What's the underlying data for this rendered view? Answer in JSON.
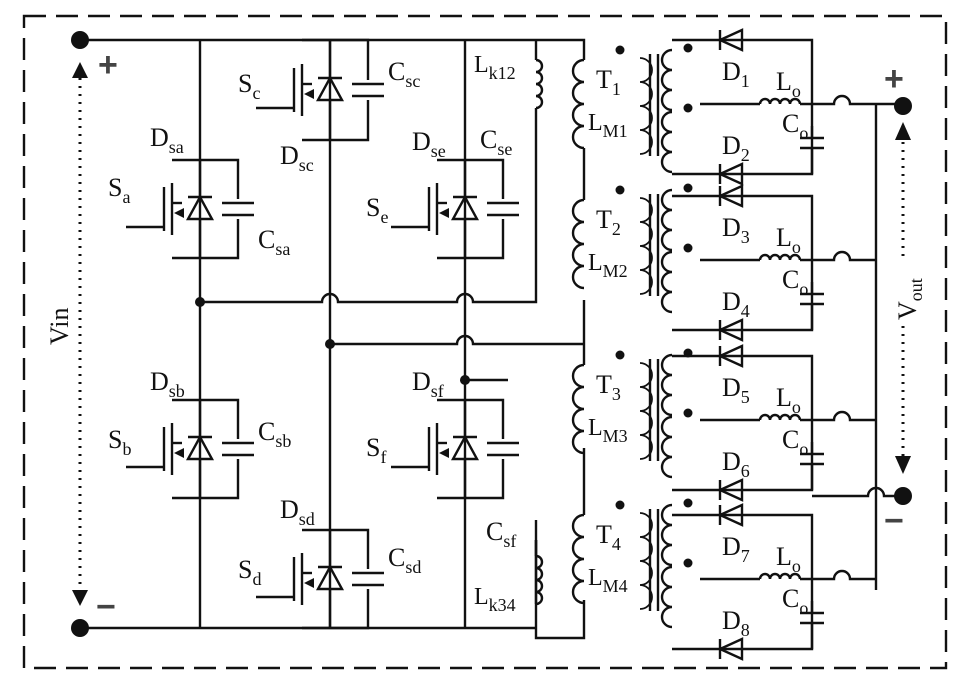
{
  "input": {
    "plus": "+",
    "minus": "−",
    "vin": "Vin"
  },
  "output": {
    "plus": "+",
    "minus": "−",
    "v_main": "V",
    "v_sub": "out"
  },
  "switches": [
    {
      "id": "sa",
      "s_main": "S",
      "s_sub": "a",
      "d_main": "D",
      "d_sub": "sa",
      "c_main": "C",
      "c_sub": "sa"
    },
    {
      "id": "sb",
      "s_main": "S",
      "s_sub": "b",
      "d_main": "D",
      "d_sub": "sb",
      "c_main": "C",
      "c_sub": "sb"
    },
    {
      "id": "sc",
      "s_main": "S",
      "s_sub": "c",
      "d_main": "D",
      "d_sub": "sc",
      "c_main": "C",
      "c_sub": "sc"
    },
    {
      "id": "sd",
      "s_main": "S",
      "s_sub": "d",
      "d_main": "D",
      "d_sub": "sd",
      "c_main": "C",
      "c_sub": "sd"
    },
    {
      "id": "se",
      "s_main": "S",
      "s_sub": "e",
      "d_main": "D",
      "d_sub": "se",
      "c_main": "C",
      "c_sub": "se"
    },
    {
      "id": "sf",
      "s_main": "S",
      "s_sub": "f",
      "d_main": "D",
      "d_sub": "sf",
      "c_main": "C",
      "c_sub": "sf"
    }
  ],
  "leakage": [
    {
      "main": "L",
      "sub": "k12"
    },
    {
      "main": "L",
      "sub": "k34"
    }
  ],
  "transformers": [
    {
      "t_main": "T",
      "t_sub": "1",
      "m_main": "L",
      "m_sub": "M1"
    },
    {
      "t_main": "T",
      "t_sub": "2",
      "m_main": "L",
      "m_sub": "M2"
    },
    {
      "t_main": "T",
      "t_sub": "3",
      "m_main": "L",
      "m_sub": "M3"
    },
    {
      "t_main": "T",
      "t_sub": "4",
      "m_main": "L",
      "m_sub": "M4"
    }
  ],
  "diodes": [
    {
      "main": "D",
      "sub": "1"
    },
    {
      "main": "D",
      "sub": "2"
    },
    {
      "main": "D",
      "sub": "3"
    },
    {
      "main": "D",
      "sub": "4"
    },
    {
      "main": "D",
      "sub": "5"
    },
    {
      "main": "D",
      "sub": "6"
    },
    {
      "main": "D",
      "sub": "7"
    },
    {
      "main": "D",
      "sub": "8"
    }
  ],
  "filters": [
    {
      "l_main": "L",
      "l_sub": "o",
      "c_main": "C",
      "c_sub": "o"
    },
    {
      "l_main": "L",
      "l_sub": "o",
      "c_main": "C",
      "c_sub": "o"
    },
    {
      "l_main": "L",
      "l_sub": "o",
      "c_main": "C",
      "c_sub": "o"
    },
    {
      "l_main": "L",
      "l_sub": "o",
      "c_main": "C",
      "c_sub": "o"
    }
  ]
}
